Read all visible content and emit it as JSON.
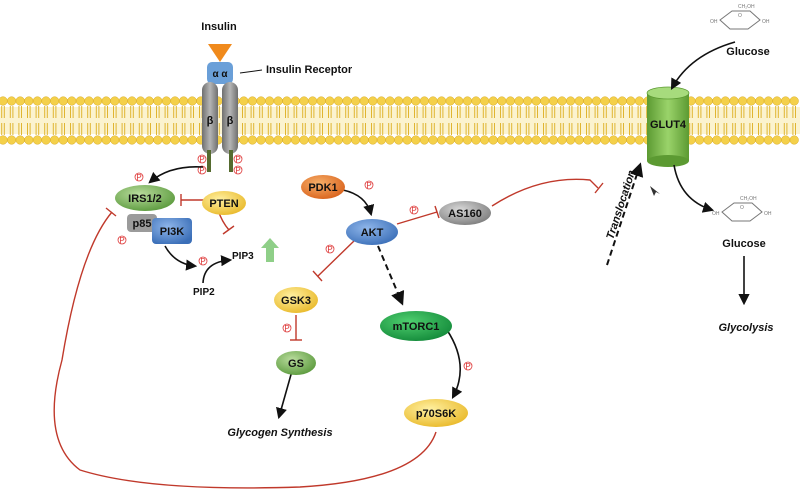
{
  "labels": {
    "insulin": "Insulin",
    "receptor": "Insulin Receptor",
    "alpha": "α α",
    "beta": "β",
    "glucose_out": "Glucose",
    "glucose_in": "Glucose",
    "glycolysis": "Glycolysis",
    "translocation": "Translocation",
    "glycogen_synthesis": "Glycogen Synthesis",
    "pip2": "PIP2",
    "pip3": "PIP3",
    "phospho": "P",
    "ch2oh": "CH₂OH",
    "oh": "OH",
    "o": "O"
  },
  "nodes": {
    "irs": "IRS1/2",
    "p85": "p85",
    "pi3k": "PI3K",
    "pten": "PTEN",
    "pdk1": "PDK1",
    "akt": "AKT",
    "as160": "AS160",
    "gsk3": "GSK3",
    "gs": "GS",
    "mtorc1": "mTORC1",
    "p70s6k": "p70S6K",
    "glut4": "GLUT4"
  },
  "colors": {
    "membrane": "#f4d04a",
    "receptor_grey": "#8a8a8a",
    "insulin_orange": "#f08a1c",
    "irs_green": "#8bbf6a",
    "pten_yellow": "#f4cf3e",
    "pi3k_blue": "#5b8fd1",
    "p85_grey": "#9b9b9b",
    "pdk1_orange": "#e8772a",
    "akt_blue": "#4f86d0",
    "as160_grey": "#9a9a9a",
    "gsk3_yellow": "#f2ca3c",
    "gs_green": "#6aa84f",
    "mtorc1_green": "#2ca04f",
    "p70s6k_yellow": "#f7d56a",
    "glut4_green": "#7ab84a",
    "inhibit_red": "#c0392b",
    "up_arrow_green": "#8fcf88"
  }
}
